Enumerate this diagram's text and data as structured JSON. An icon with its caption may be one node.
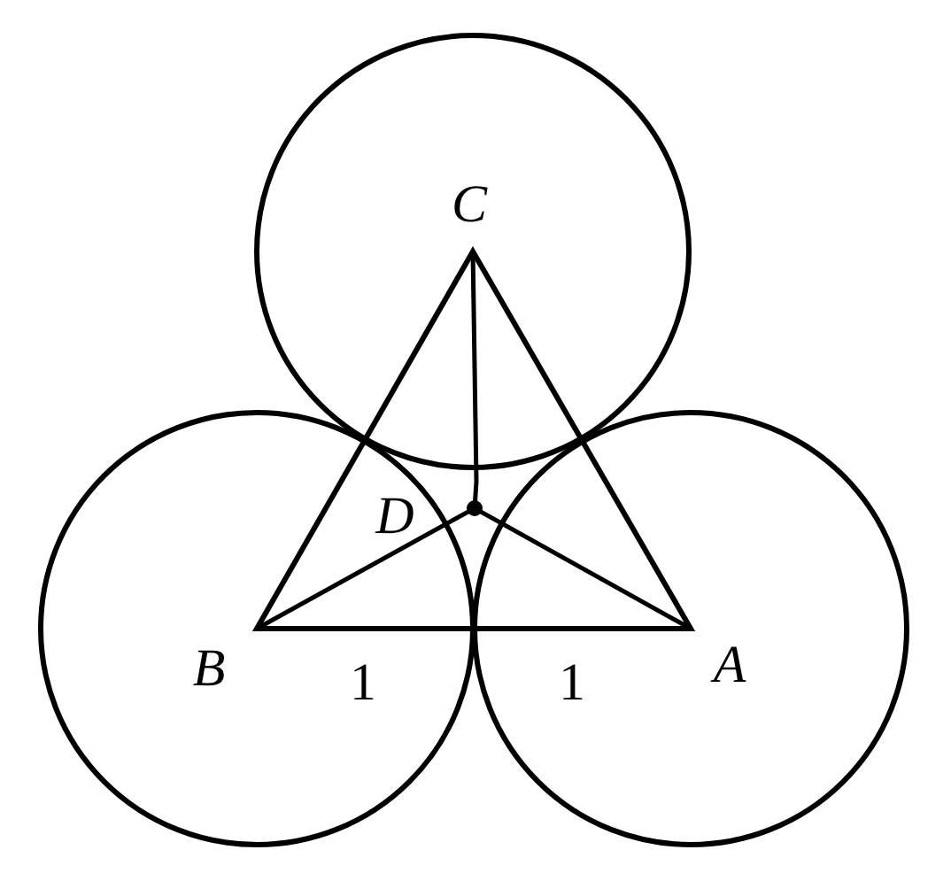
{
  "diagram": {
    "labels": [
      "C",
      "D",
      "B",
      "1",
      "1",
      "A"
    ]
  }
}
